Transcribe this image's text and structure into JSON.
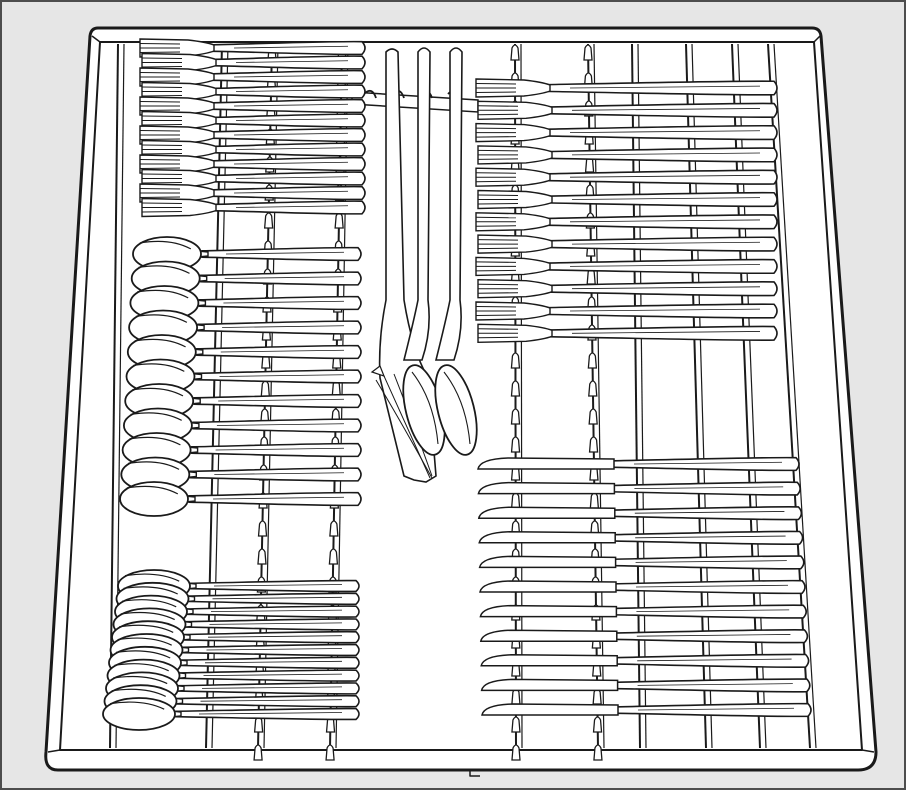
{
  "figure": {
    "subject": "cutlery-tray",
    "colors": {
      "frame_background": "#e6e6e6",
      "tray_fill": "#ffffff",
      "line": "#1a1a1a",
      "frame_border": "#4d4d4d"
    }
  },
  "tray": {
    "rails": {
      "left_section_count": 4,
      "right_section_count": 6
    },
    "items": [
      {
        "kind": "fork",
        "count": 12,
        "orientation": "horizontal",
        "section": "top-left",
        "handle_direction": "right"
      },
      {
        "kind": "spoon",
        "count": 11,
        "orientation": "horizontal",
        "section": "middle-left",
        "handle_direction": "right"
      },
      {
        "kind": "teaspoon",
        "count": 11,
        "orientation": "horizontal",
        "section": "bottom-left",
        "handle_direction": "right"
      },
      {
        "kind": "serving-fork",
        "count": 1,
        "orientation": "vertical",
        "section": "center",
        "handle_direction": "up"
      },
      {
        "kind": "serving-spoon",
        "count": 2,
        "orientation": "vertical",
        "section": "center",
        "handle_direction": "up"
      },
      {
        "kind": "fork",
        "count": 12,
        "orientation": "horizontal",
        "section": "top-right",
        "handle_direction": "right"
      },
      {
        "kind": "knife",
        "count": 11,
        "orientation": "horizontal",
        "section": "bottom-right",
        "handle_direction": "right"
      }
    ]
  }
}
